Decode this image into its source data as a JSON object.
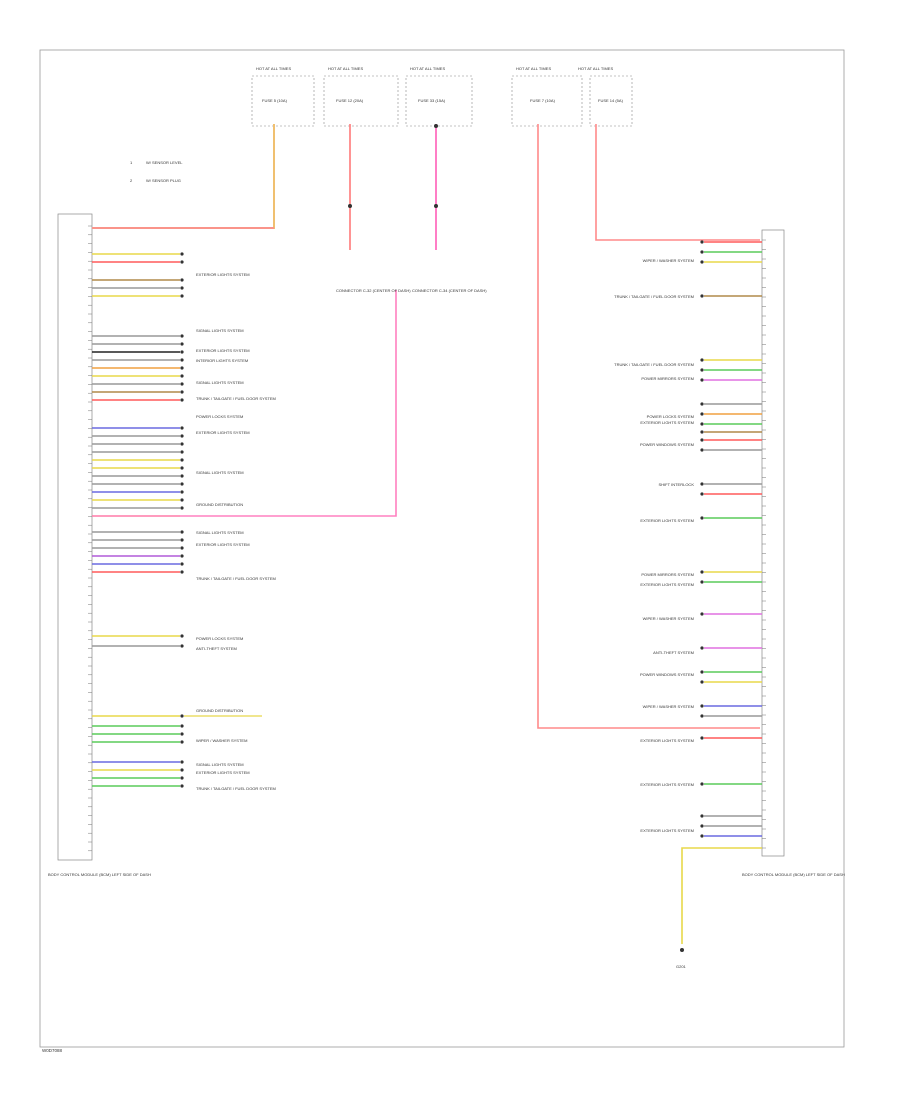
{
  "page": {
    "footer_code": "W0D7088"
  },
  "colors": {
    "pink": "#ff7aa8",
    "red": "#ff5a5a",
    "yellow": "#e8d84a",
    "green": "#5acb5a",
    "blue": "#6a6ae0",
    "purple": "#b05ad8",
    "gray": "#999999",
    "brown": "#b08a4a",
    "orange": "#f0a040",
    "magenta": "#e070e0",
    "black": "#222222"
  },
  "fuse_blocks": [
    {
      "label": "HOT AT ALL TIMES",
      "sub": "FUSE 5 (10A)"
    },
    {
      "label": "HOT AT ALL TIMES",
      "sub": "FUSE 12 (20A)"
    },
    {
      "label": "HOT AT ALL TIMES",
      "sub": "FUSE 33 (15A)"
    },
    {
      "label": "HOT AT ALL TIMES",
      "sub": "FUSE 7 (10A)"
    },
    {
      "label": "HOT AT ALL TIMES",
      "sub": "FUSE 14 (5A)"
    }
  ],
  "legend": [
    {
      "num": "1",
      "text": "W/ SENSOR LEVEL"
    },
    {
      "num": "2",
      "text": "W/ SENSOR PLUG"
    }
  ],
  "modules": {
    "left": "BODY CONTROL MODULE (BCM) LEFT SIDE OF DASH",
    "right": "BODY CONTROL MODULE (BCM) LEFT SIDE OF DASH"
  },
  "center_labels": [
    "CONNECTOR C-32 (CENTER OF DASH)",
    "CONNECTOR C-34 (CENTER OF DASH)"
  ],
  "left_system_labels": [
    "EXTERIOR LIGHTS SYSTEM",
    "SIGNAL LIGHTS SYSTEM",
    "EXTERIOR LIGHTS SYSTEM",
    "INTERIOR LIGHTS SYSTEM",
    "SIGNAL LIGHTS SYSTEM",
    "TRUNK / TAILGATE / FUEL DOOR SYSTEM",
    "POWER LOCKS SYSTEM",
    "EXTERIOR LIGHTS SYSTEM",
    "SIGNAL LIGHTS SYSTEM",
    "GROUND DISTRIBUTION",
    "SIGNAL LIGHTS SYSTEM",
    "EXTERIOR LIGHTS SYSTEM",
    "TRUNK / TAILGATE / FUEL DOOR SYSTEM",
    "POWER LOCKS SYSTEM",
    "ANTI-THEFT SYSTEM",
    "GROUND DISTRIBUTION",
    "WIPER / WASHER SYSTEM",
    "SIGNAL LIGHTS SYSTEM",
    "EXTERIOR LIGHTS SYSTEM",
    "TRUNK / TAILGATE / FUEL DOOR SYSTEM"
  ],
  "right_system_labels": [
    "WIPER / WASHER SYSTEM",
    "TRUNK / TAILGATE / FUEL DOOR SYSTEM",
    "TRUNK / TAILGATE / FUEL DOOR SYSTEM",
    "POWER MIRRORS SYSTEM",
    "POWER LOCKS SYSTEM",
    "EXTERIOR LIGHTS SYSTEM",
    "POWER WINDOWS SYSTEM",
    "SHIFT INTERLOCK",
    "EXTERIOR LIGHTS SYSTEM",
    "POWER MIRRORS SYSTEM",
    "EXTERIOR LIGHTS SYSTEM",
    "WIPER / WASHER SYSTEM",
    "ANTI-THEFT SYSTEM",
    "POWER WINDOWS SYSTEM",
    "WIPER / WASHER SYSTEM",
    "EXTERIOR LIGHTS SYSTEM",
    "EXTERIOR LIGHTS SYSTEM",
    "EXTERIOR LIGHTS SYSTEM"
  ],
  "ground_label": "G201"
}
